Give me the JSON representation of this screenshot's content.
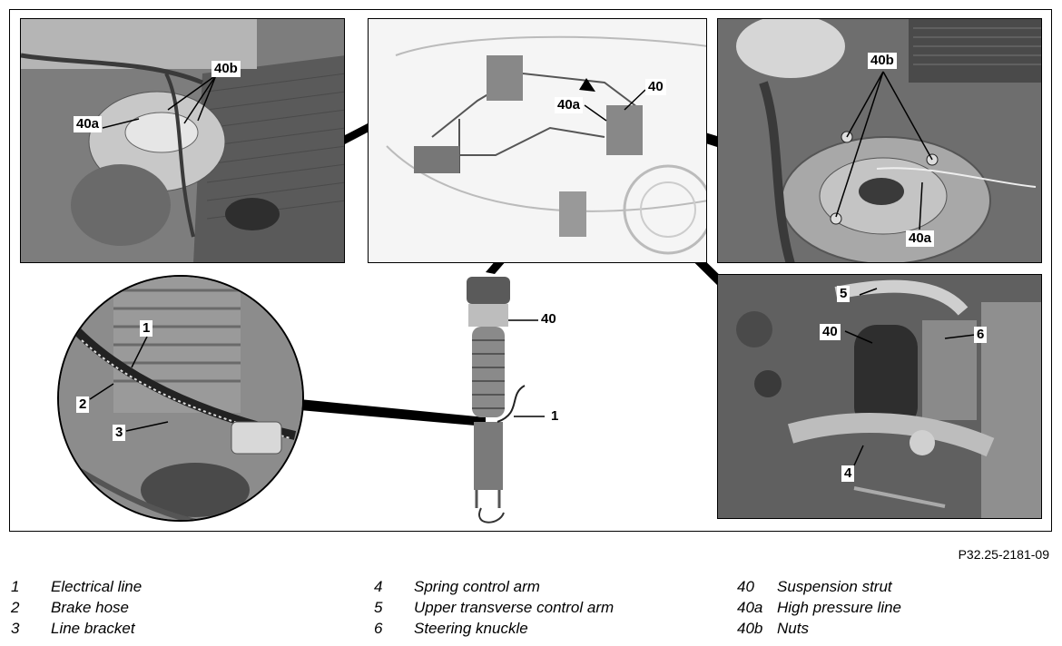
{
  "figure_id": "P32.25-2181-09",
  "callouts": {
    "top_left_40b": "40b",
    "top_left_40a": "40a",
    "top_center_40a": "40a",
    "top_center_40": "40",
    "top_right_40b": "40b",
    "top_right_40a": "40a",
    "bottom_left_1": "1",
    "bottom_left_2": "2",
    "bottom_left_3": "3",
    "center_40": "40",
    "center_1": "1",
    "bottom_right_5": "5",
    "bottom_right_40": "40",
    "bottom_right_6": "6",
    "bottom_right_4": "4"
  },
  "legend": [
    [
      {
        "num": "1",
        "text": "Electrical line"
      },
      {
        "num": "2",
        "text": "Brake hose"
      },
      {
        "num": "3",
        "text": "Line bracket"
      }
    ],
    [
      {
        "num": "4",
        "text": "Spring control arm"
      },
      {
        "num": "5",
        "text": "Upper transverse control arm"
      },
      {
        "num": "6",
        "text": "Steering knuckle"
      }
    ],
    [
      {
        "num": "40",
        "text": "Suspension strut"
      },
      {
        "num": "40a",
        "text": "High pressure line"
      },
      {
        "num": "40b",
        "text": "Nuts"
      }
    ]
  ]
}
